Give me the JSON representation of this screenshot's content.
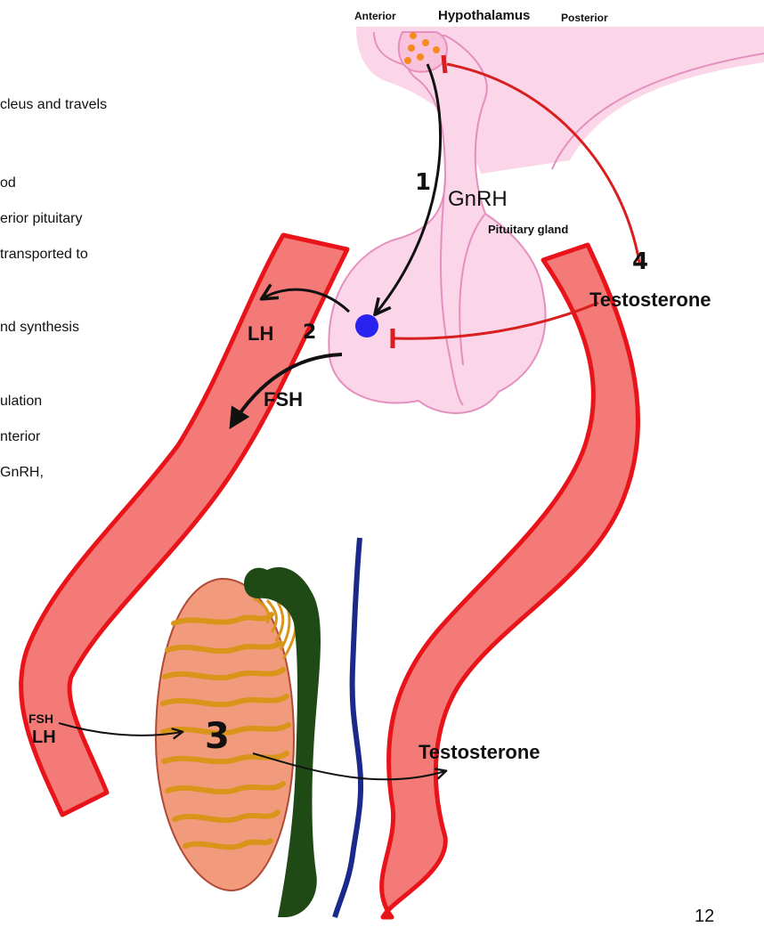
{
  "text_fragments": [
    "cleus and travels",
    "od",
    "erior pituitary",
    "transported to",
    "nd synthesis",
    "ulation",
    "nterior",
    "GnRH,"
  ],
  "labels": {
    "anterior": "Anterior",
    "hypothalamus": "Hypothalamus",
    "posterior": "Posterior",
    "pituitary_gland": "Pituitary gland",
    "gnrh": "GnRH",
    "lh_top": "LH",
    "fsh_top": "FSH",
    "testosterone_top": "Testosterone",
    "fsh_bottom": "FSH",
    "lh_bottom": "LH",
    "testosterone_bottom": "Testosterone"
  },
  "steps": {
    "one": "1",
    "two": "2",
    "three": "3",
    "four": "4"
  },
  "page_number": "12",
  "colors": {
    "vessel_fill": "#f47a78",
    "vessel_edge": "#e8141a",
    "pituitary_fill": "#fbd6e8",
    "pituitary_edge": "#e58fbf",
    "nucleus_dots": "#f58a1f",
    "cell_blue": "#2a22f0",
    "testis_fill": "#f29a7c",
    "tubule": "#d9941a",
    "epididymis": "#1f4a16",
    "vas_deferens": "#1a2a8a",
    "inhibition_red": "#d81e1e",
    "arrow_black": "#111111"
  }
}
